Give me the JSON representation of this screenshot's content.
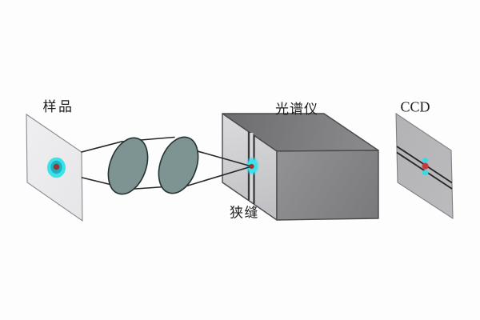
{
  "diagram": {
    "background": "#fdfdfd",
    "labels": {
      "sample": "样品",
      "spectrometer": "光谱仪",
      "slit": "狭缝",
      "ccd": "CCD"
    },
    "colors": {
      "lens_fill": "#7e9493",
      "lens_stroke": "#243332",
      "ray_stroke": "#272727",
      "glow_cyan": "#3ae2ea",
      "sample_spot_ring": "#21aebf",
      "focus_red": "#9b3532",
      "ccd_spot_red": "#c33b3d",
      "ccd_spot_cyan": "#38d9e3",
      "label_color": "#1d1d1d"
    },
    "components": {
      "lens_count": 2
    }
  }
}
